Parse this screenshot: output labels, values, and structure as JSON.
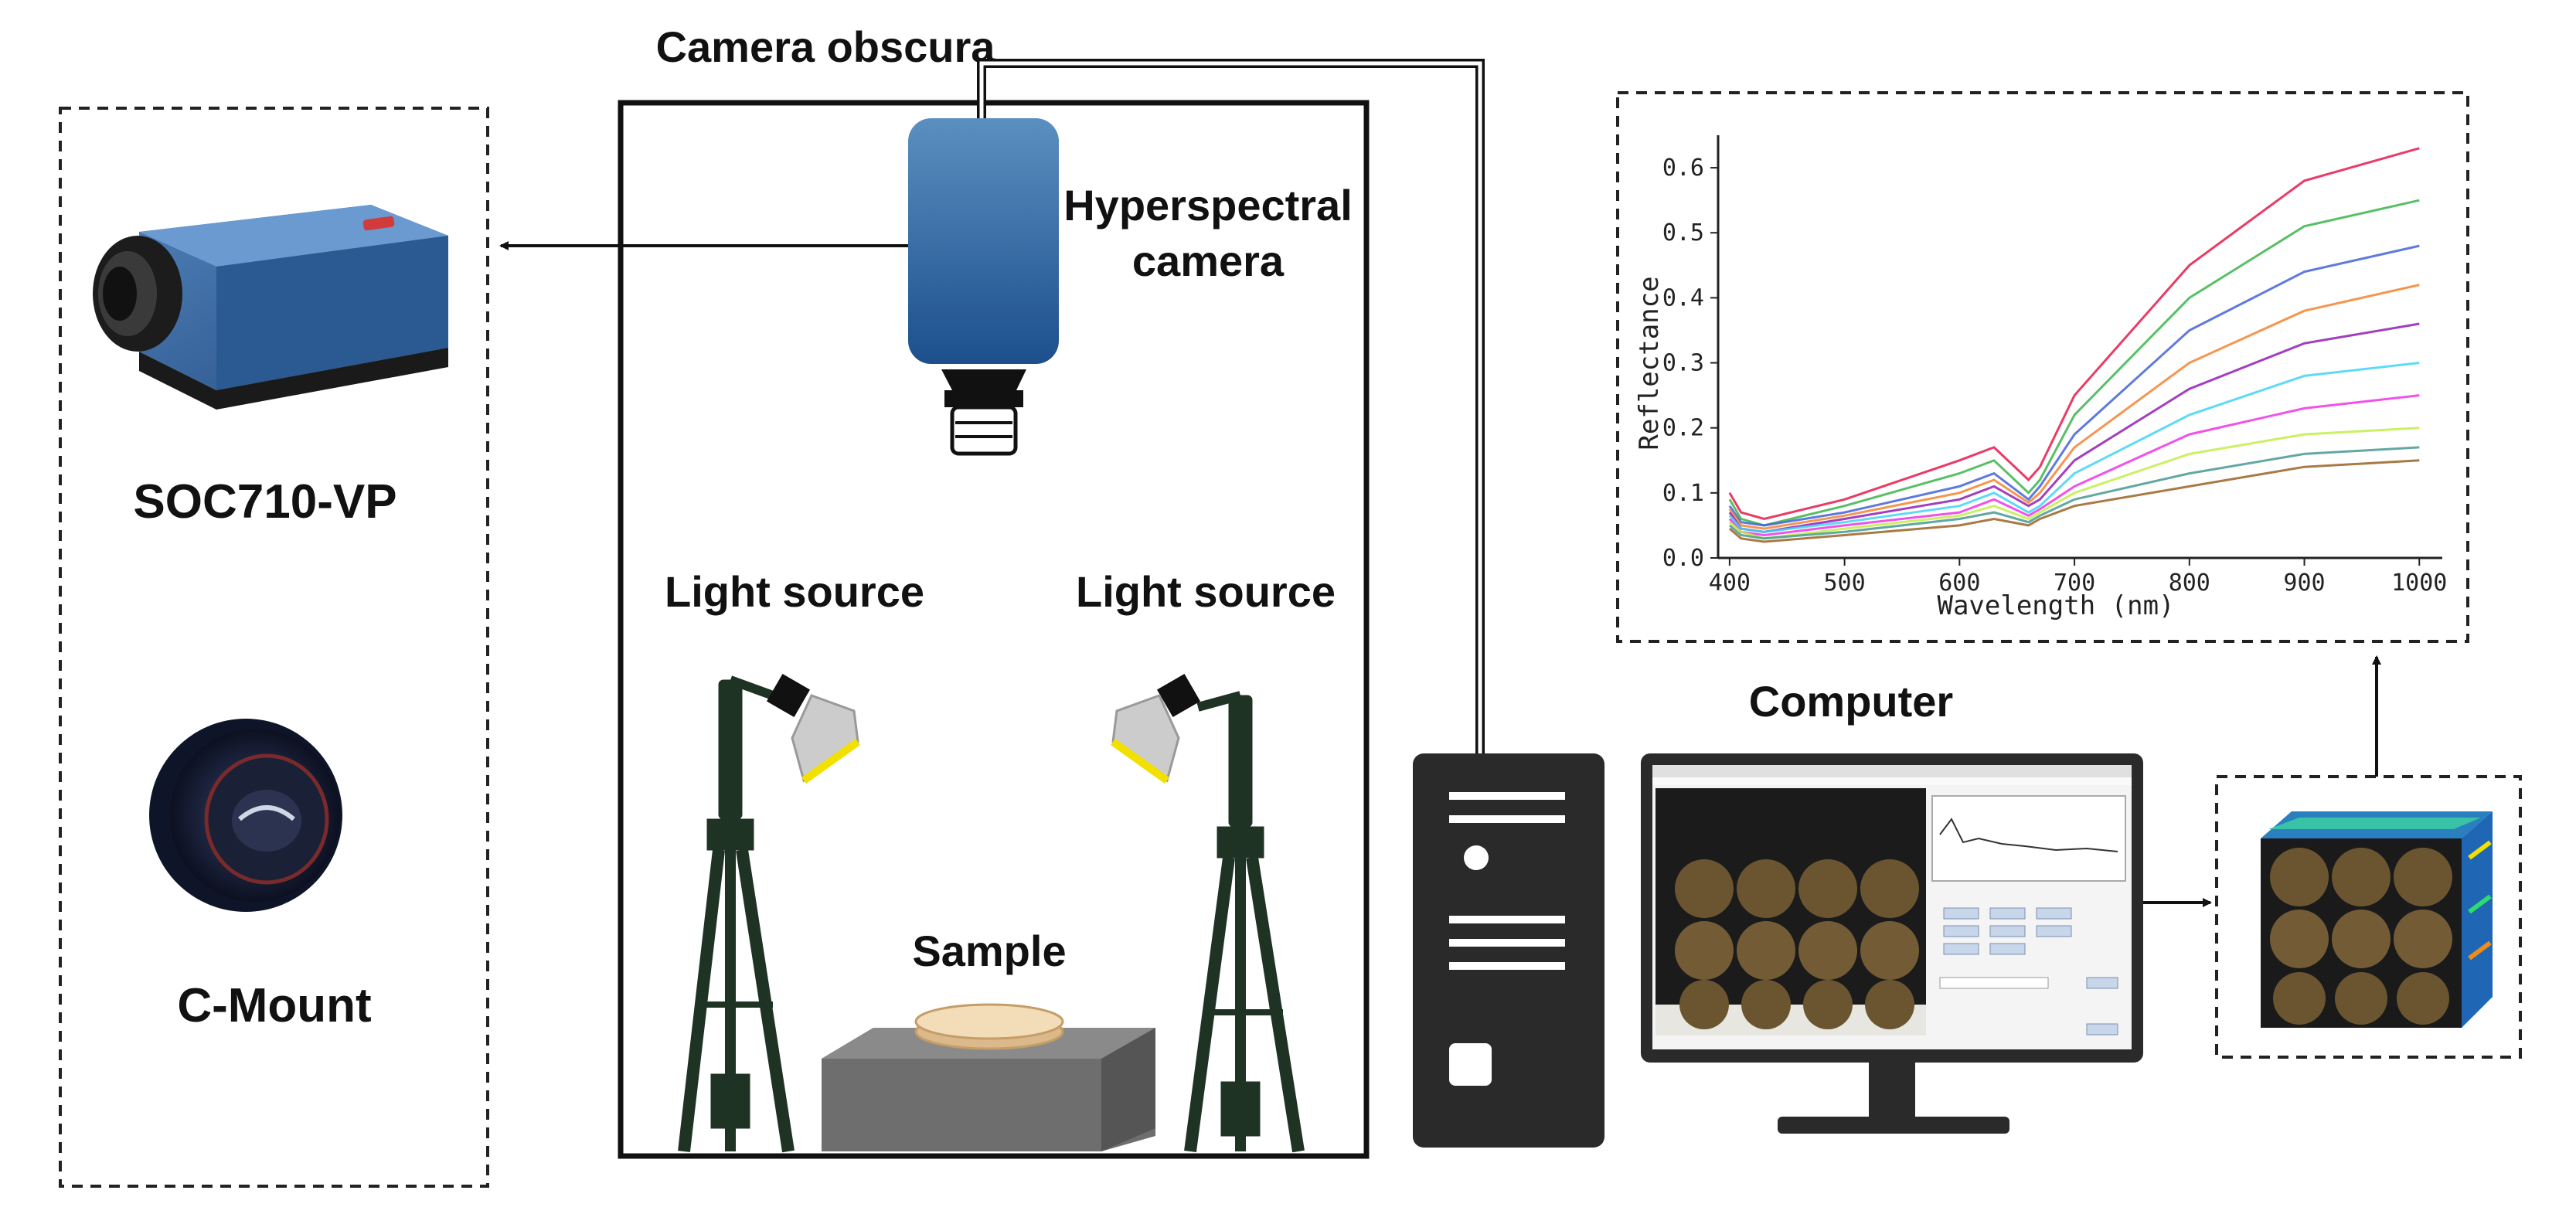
{
  "labels": {
    "camera_obscura": "Camera obscura",
    "hyperspectral_camera_line1": "Hyperspectral",
    "hyperspectral_camera_line2": "camera",
    "soc710": "SOC710-VP",
    "cmount": "C-Mount",
    "light_source_left": "Light source",
    "light_source_right": "Light source",
    "sample": "Sample",
    "computer": "Computer"
  },
  "chart_data": {
    "type": "line",
    "xlabel": "Wavelength (nm)",
    "ylabel": "Reflectance",
    "xlim": [
      390,
      1020
    ],
    "ylim": [
      0,
      0.65
    ],
    "x_ticks": [
      "400",
      "500",
      "600",
      "700",
      "800",
      "900",
      "1000"
    ],
    "y_ticks": [
      "0.0",
      "0.1",
      "0.2",
      "0.3",
      "0.4",
      "0.5",
      "0.6"
    ],
    "x": [
      400,
      410,
      430,
      500,
      600,
      630,
      660,
      670,
      700,
      800,
      900,
      1000
    ],
    "series": [
      {
        "values": [
          0.1,
          0.07,
          0.06,
          0.09,
          0.15,
          0.17,
          0.12,
          0.14,
          0.25,
          0.45,
          0.58,
          0.63
        ]
      },
      {
        "values": [
          0.09,
          0.06,
          0.05,
          0.08,
          0.13,
          0.15,
          0.1,
          0.12,
          0.22,
          0.4,
          0.51,
          0.55
        ]
      },
      {
        "values": [
          0.08,
          0.055,
          0.05,
          0.07,
          0.11,
          0.13,
          0.09,
          0.11,
          0.19,
          0.35,
          0.44,
          0.48
        ]
      },
      {
        "values": [
          0.075,
          0.05,
          0.045,
          0.065,
          0.1,
          0.12,
          0.085,
          0.1,
          0.17,
          0.3,
          0.38,
          0.42
        ]
      },
      {
        "values": [
          0.07,
          0.045,
          0.04,
          0.06,
          0.09,
          0.11,
          0.08,
          0.09,
          0.15,
          0.26,
          0.33,
          0.36
        ]
      },
      {
        "values": [
          0.065,
          0.045,
          0.04,
          0.055,
          0.08,
          0.1,
          0.07,
          0.08,
          0.13,
          0.22,
          0.28,
          0.3
        ]
      },
      {
        "values": [
          0.06,
          0.04,
          0.035,
          0.05,
          0.07,
          0.09,
          0.065,
          0.075,
          0.11,
          0.19,
          0.23,
          0.25
        ]
      },
      {
        "values": [
          0.055,
          0.04,
          0.03,
          0.045,
          0.065,
          0.08,
          0.06,
          0.07,
          0.1,
          0.16,
          0.19,
          0.2
        ]
      },
      {
        "values": [
          0.05,
          0.035,
          0.03,
          0.04,
          0.06,
          0.07,
          0.055,
          0.065,
          0.09,
          0.13,
          0.16,
          0.17
        ]
      },
      {
        "values": [
          0.045,
          0.03,
          0.025,
          0.035,
          0.05,
          0.06,
          0.05,
          0.06,
          0.08,
          0.11,
          0.14,
          0.15
        ]
      }
    ],
    "colors": [
      "#e6194b",
      "#3cb44b",
      "#4363d8",
      "#f58231",
      "#911eb4",
      "#42d4f4",
      "#f032e6",
      "#bfef45",
      "#469990",
      "#9a6324"
    ],
    "grid": false
  }
}
